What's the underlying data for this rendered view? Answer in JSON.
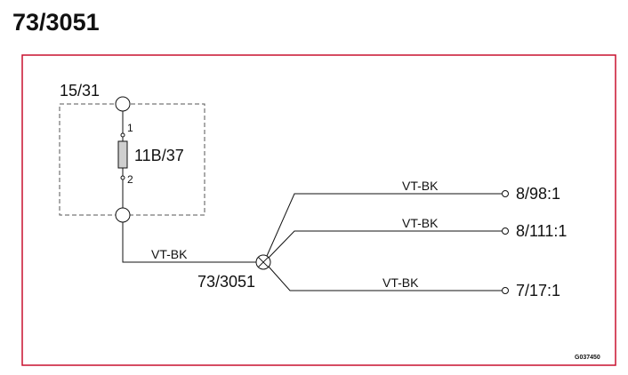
{
  "title": "73/3051",
  "colors": {
    "frame": "#c8102e",
    "ink": "#111111",
    "module_border": "#555555"
  },
  "module": {
    "label": "15/31",
    "component_label": "11B/37",
    "pin_top": "1",
    "pin_bottom": "2"
  },
  "splice": {
    "label": "73/3051",
    "icon": "splice-icon"
  },
  "wires": [
    {
      "color": "VT-BK",
      "to": ""
    },
    {
      "color": "VT-BK",
      "to": "8/98:1"
    },
    {
      "color": "VT-BK",
      "to": "8/111:1"
    },
    {
      "color": "VT-BK",
      "to": "7/17:1"
    }
  ],
  "figure_code": "G037450"
}
